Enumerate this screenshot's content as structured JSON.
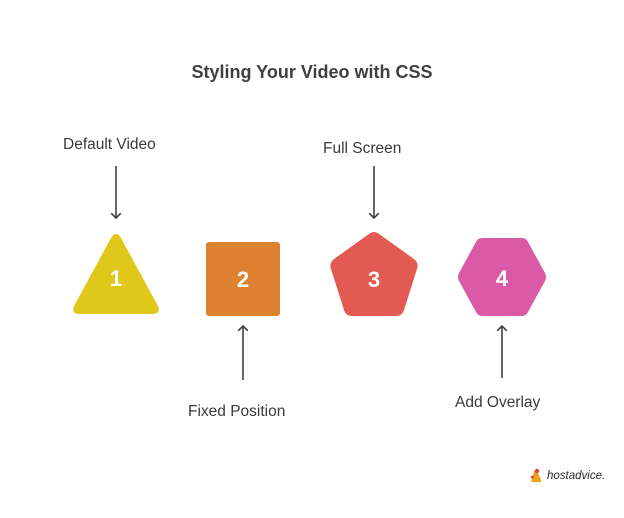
{
  "title": "Styling Your Video with CSS",
  "steps": [
    {
      "number": "1",
      "label": "Default Video",
      "shape": "triangle",
      "color": "#e0c81a"
    },
    {
      "number": "2",
      "label": "Fixed Position",
      "shape": "square",
      "color": "#de8130"
    },
    {
      "number": "3",
      "label": "Full Screen",
      "shape": "pentagon",
      "color": "#e25a52"
    },
    {
      "number": "4",
      "label": "Add Overlay",
      "shape": "hexagon",
      "color": "#db5aa8"
    }
  ],
  "logo": {
    "icon": "hostadvice-logo-icon",
    "brand": "hostadvice."
  },
  "colors": {
    "arrow": "#404040",
    "text": "#3a3a3a"
  }
}
